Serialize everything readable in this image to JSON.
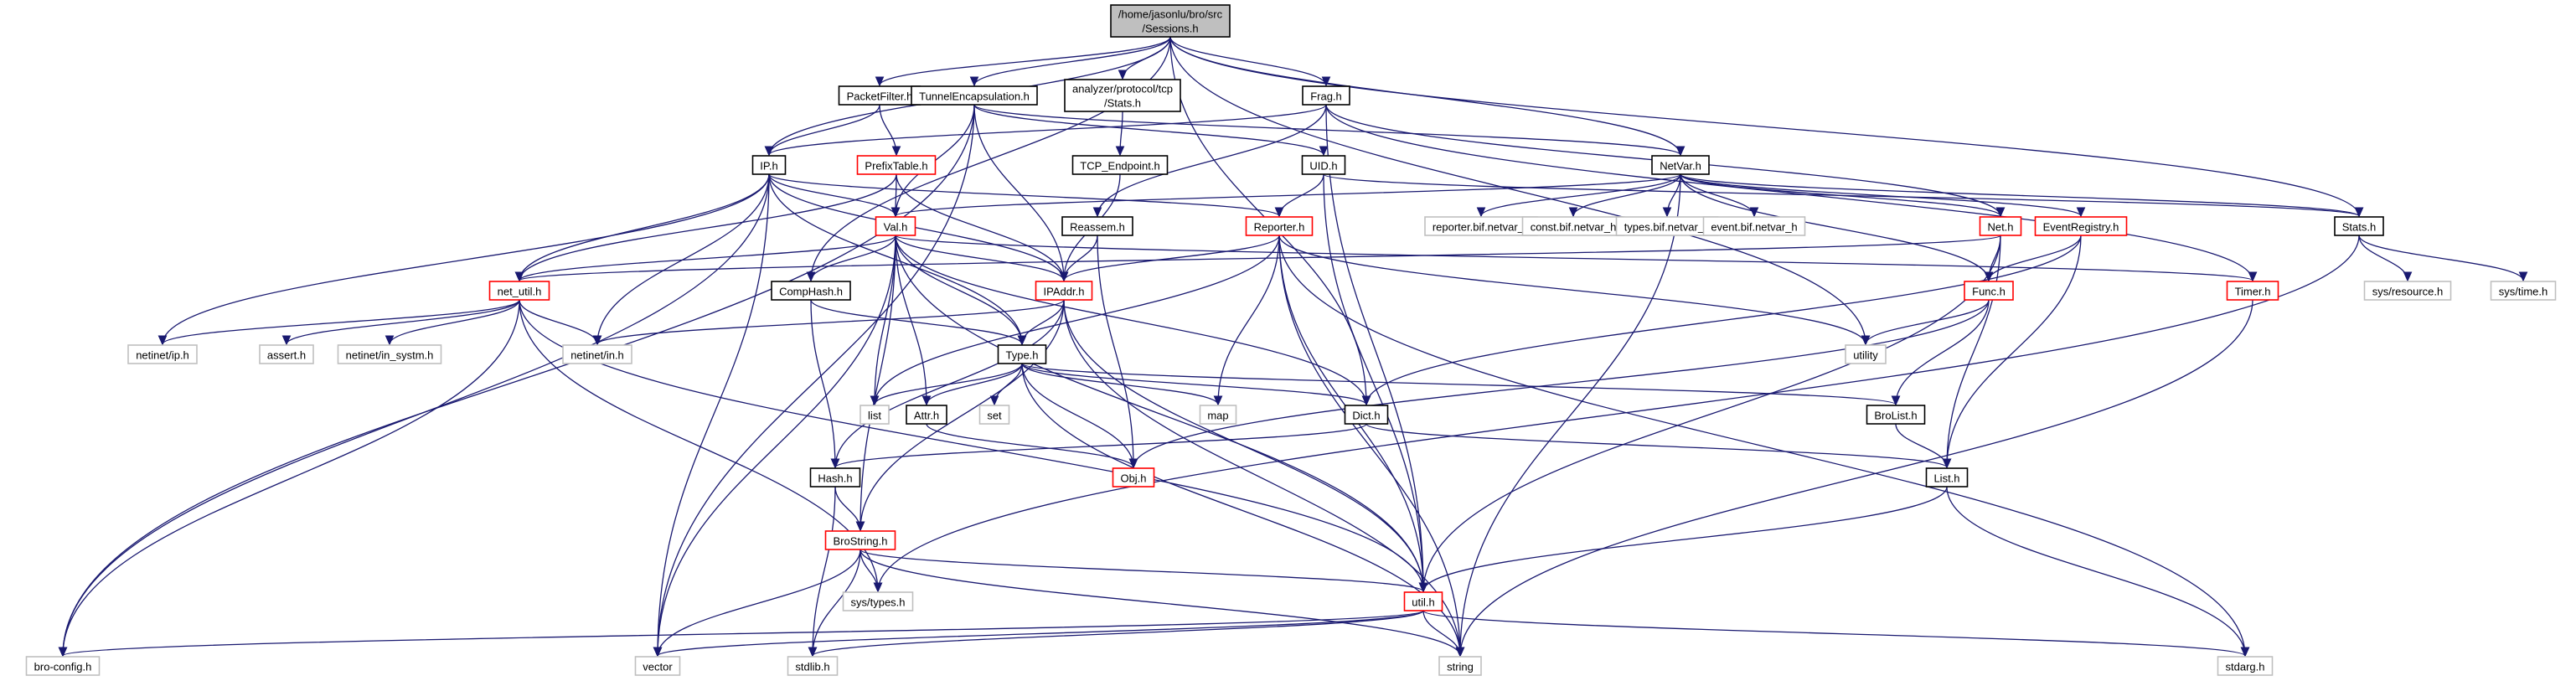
{
  "diagram": {
    "kind": "include-dependency-graph",
    "styles": {
      "root": {
        "fill": "#bfbfbf",
        "stroke": "#000000"
      },
      "normal": {
        "fill": "#ffffff",
        "stroke": "#000000"
      },
      "red": {
        "fill": "#ffffff",
        "stroke": "#ff0000"
      },
      "ext": {
        "fill": "#ffffff",
        "stroke": "#bfbfbf"
      },
      "edge_color": "#191970"
    },
    "nodes": [
      {
        "id": "sessions",
        "label": "/home/jasonlu/bro/src\n/Sessions.h",
        "style": "root"
      },
      {
        "id": "packetfilter",
        "label": "PacketFilter.h",
        "style": "normal"
      },
      {
        "id": "tunnel",
        "label": "TunnelEncapsulation.h",
        "style": "normal"
      },
      {
        "id": "tcpstats",
        "label": "analyzer/protocol/tcp\n/Stats.h",
        "style": "normal"
      },
      {
        "id": "frag",
        "label": "Frag.h",
        "style": "normal"
      },
      {
        "id": "prefixtable",
        "label": "PrefixTable.h",
        "style": "red"
      },
      {
        "id": "iph",
        "label": "IP.h",
        "style": "normal"
      },
      {
        "id": "tcpendpoint",
        "label": "TCP_Endpoint.h",
        "style": "normal"
      },
      {
        "id": "uid",
        "label": "UID.h",
        "style": "normal"
      },
      {
        "id": "netvar",
        "label": "NetVar.h",
        "style": "normal"
      },
      {
        "id": "val",
        "label": "Val.h",
        "style": "red"
      },
      {
        "id": "reassem",
        "label": "Reassem.h",
        "style": "normal"
      },
      {
        "id": "reporter",
        "label": "Reporter.h",
        "style": "red"
      },
      {
        "id": "reporterbif",
        "label": "reporter.bif.netvar_h",
        "style": "ext"
      },
      {
        "id": "constbif",
        "label": "const.bif.netvar_h",
        "style": "ext"
      },
      {
        "id": "typesbif",
        "label": "types.bif.netvar_h",
        "style": "ext"
      },
      {
        "id": "eventbif",
        "label": "event.bif.netvar_h",
        "style": "ext"
      },
      {
        "id": "net",
        "label": "Net.h",
        "style": "red"
      },
      {
        "id": "eventreg",
        "label": "EventRegistry.h",
        "style": "red"
      },
      {
        "id": "stats",
        "label": "Stats.h",
        "style": "normal"
      },
      {
        "id": "netutil",
        "label": "net_util.h",
        "style": "red"
      },
      {
        "id": "comphash",
        "label": "CompHash.h",
        "style": "normal"
      },
      {
        "id": "ipaddr",
        "label": "IPAddr.h",
        "style": "red"
      },
      {
        "id": "func",
        "label": "Func.h",
        "style": "red"
      },
      {
        "id": "timer",
        "label": "Timer.h",
        "style": "red"
      },
      {
        "id": "sysresource",
        "label": "sys/resource.h",
        "style": "ext"
      },
      {
        "id": "systime",
        "label": "sys/time.h",
        "style": "ext"
      },
      {
        "id": "netinetip",
        "label": "netinet/ip.h",
        "style": "ext"
      },
      {
        "id": "asserth",
        "label": "assert.h",
        "style": "ext"
      },
      {
        "id": "netinetsystm",
        "label": "netinet/in_systm.h",
        "style": "ext"
      },
      {
        "id": "netinetin",
        "label": "netinet/in.h",
        "style": "ext"
      },
      {
        "id": "typeh",
        "label": "Type.h",
        "style": "normal"
      },
      {
        "id": "utility",
        "label": "utility",
        "style": "ext"
      },
      {
        "id": "list",
        "label": "list",
        "style": "ext"
      },
      {
        "id": "attr",
        "label": "Attr.h",
        "style": "normal"
      },
      {
        "id": "set",
        "label": "set",
        "style": "ext"
      },
      {
        "id": "map",
        "label": "map",
        "style": "ext"
      },
      {
        "id": "dict",
        "label": "Dict.h",
        "style": "normal"
      },
      {
        "id": "brolist",
        "label": "BroList.h",
        "style": "normal"
      },
      {
        "id": "hash",
        "label": "Hash.h",
        "style": "normal"
      },
      {
        "id": "obj",
        "label": "Obj.h",
        "style": "red"
      },
      {
        "id": "listh",
        "label": "List.h",
        "style": "normal"
      },
      {
        "id": "brostring",
        "label": "BroString.h",
        "style": "red"
      },
      {
        "id": "systypes",
        "label": "sys/types.h",
        "style": "ext"
      },
      {
        "id": "util",
        "label": "util.h",
        "style": "red"
      },
      {
        "id": "broconfig",
        "label": "bro-config.h",
        "style": "ext"
      },
      {
        "id": "vector",
        "label": "vector",
        "style": "ext"
      },
      {
        "id": "stdlib",
        "label": "stdlib.h",
        "style": "ext"
      },
      {
        "id": "string",
        "label": "string",
        "style": "ext"
      },
      {
        "id": "stdarg",
        "label": "stdarg.h",
        "style": "ext"
      }
    ],
    "edges": [
      [
        "sessions",
        "packetfilter"
      ],
      [
        "sessions",
        "tunnel"
      ],
      [
        "sessions",
        "tcpstats"
      ],
      [
        "sessions",
        "frag"
      ],
      [
        "sessions",
        "iph"
      ],
      [
        "sessions",
        "netvar"
      ],
      [
        "sessions",
        "stats"
      ],
      [
        "sessions",
        "comphash"
      ],
      [
        "sessions",
        "dict"
      ],
      [
        "sessions",
        "utility"
      ],
      [
        "packetfilter",
        "iph"
      ],
      [
        "packetfilter",
        "prefixtable"
      ],
      [
        "tunnel",
        "netvar"
      ],
      [
        "tunnel",
        "uid"
      ],
      [
        "tunnel",
        "ipaddr"
      ],
      [
        "tunnel",
        "val"
      ],
      [
        "tunnel",
        "vector"
      ],
      [
        "tunnel",
        "broconfig"
      ],
      [
        "tcpstats",
        "tcpendpoint"
      ],
      [
        "tcpendpoint",
        "ipaddr"
      ],
      [
        "frag",
        "iph"
      ],
      [
        "frag",
        "reassem"
      ],
      [
        "frag",
        "net"
      ],
      [
        "frag",
        "timer"
      ],
      [
        "frag",
        "util"
      ],
      [
        "prefixtable",
        "val"
      ],
      [
        "prefixtable",
        "netutil"
      ],
      [
        "prefixtable",
        "ipaddr"
      ],
      [
        "iph",
        "val"
      ],
      [
        "iph",
        "netutil"
      ],
      [
        "iph",
        "ipaddr"
      ],
      [
        "iph",
        "reporter"
      ],
      [
        "iph",
        "typeh"
      ],
      [
        "iph",
        "broconfig"
      ],
      [
        "iph",
        "vector"
      ],
      [
        "iph",
        "netinetin"
      ],
      [
        "iph",
        "netinetip"
      ],
      [
        "uid",
        "reporter"
      ],
      [
        "uid",
        "util"
      ],
      [
        "uid",
        "stats"
      ],
      [
        "netvar",
        "val"
      ],
      [
        "netvar",
        "func"
      ],
      [
        "netvar",
        "net"
      ],
      [
        "netvar",
        "eventreg"
      ],
      [
        "netvar",
        "stats"
      ],
      [
        "netvar",
        "reporterbif"
      ],
      [
        "netvar",
        "constbif"
      ],
      [
        "netvar",
        "typesbif"
      ],
      [
        "netvar",
        "eventbif"
      ],
      [
        "netvar",
        "string"
      ],
      [
        "val",
        "netutil"
      ],
      [
        "val",
        "comphash"
      ],
      [
        "val",
        "ipaddr"
      ],
      [
        "val",
        "typeh"
      ],
      [
        "val",
        "dict"
      ],
      [
        "val",
        "attr"
      ],
      [
        "val",
        "list"
      ],
      [
        "val",
        "vector"
      ],
      [
        "val",
        "brostring"
      ],
      [
        "val",
        "timer"
      ],
      [
        "val",
        "util"
      ],
      [
        "reassem",
        "ipaddr"
      ],
      [
        "reassem",
        "obj"
      ],
      [
        "reporter",
        "ipaddr"
      ],
      [
        "reporter",
        "util"
      ],
      [
        "reporter",
        "list"
      ],
      [
        "reporter",
        "map"
      ],
      [
        "reporter",
        "utility"
      ],
      [
        "reporter",
        "string"
      ],
      [
        "reporter",
        "stdarg"
      ],
      [
        "net",
        "netutil"
      ],
      [
        "net",
        "func"
      ],
      [
        "net",
        "util"
      ],
      [
        "net",
        "listh"
      ],
      [
        "eventreg",
        "func"
      ],
      [
        "eventreg",
        "listh"
      ],
      [
        "eventreg",
        "dict"
      ],
      [
        "stats",
        "sysresource"
      ],
      [
        "stats",
        "systime"
      ],
      [
        "stats",
        "systypes"
      ],
      [
        "netutil",
        "netinetip"
      ],
      [
        "netutil",
        "asserth"
      ],
      [
        "netutil",
        "netinetsystm"
      ],
      [
        "netutil",
        "netinetin"
      ],
      [
        "netutil",
        "util"
      ],
      [
        "netutil",
        "broconfig"
      ],
      [
        "netutil",
        "systypes"
      ],
      [
        "comphash",
        "typeh"
      ],
      [
        "comphash",
        "hash"
      ],
      [
        "ipaddr",
        "netinetin"
      ],
      [
        "ipaddr",
        "typeh"
      ],
      [
        "ipaddr",
        "hash"
      ],
      [
        "ipaddr",
        "brostring"
      ],
      [
        "ipaddr",
        "util"
      ],
      [
        "ipaddr",
        "string"
      ],
      [
        "func",
        "utility"
      ],
      [
        "func",
        "brolist"
      ],
      [
        "func",
        "obj"
      ],
      [
        "timer",
        "string"
      ],
      [
        "typeh",
        "list"
      ],
      [
        "typeh",
        "attr"
      ],
      [
        "typeh",
        "set"
      ],
      [
        "typeh",
        "map"
      ],
      [
        "typeh",
        "dict"
      ],
      [
        "typeh",
        "brolist"
      ],
      [
        "typeh",
        "obj"
      ],
      [
        "typeh",
        "string"
      ],
      [
        "attr",
        "obj"
      ],
      [
        "dict",
        "hash"
      ],
      [
        "dict",
        "listh"
      ],
      [
        "brolist",
        "listh"
      ],
      [
        "hash",
        "brostring"
      ],
      [
        "hash",
        "stdlib"
      ],
      [
        "listh",
        "util"
      ],
      [
        "listh",
        "stdarg"
      ],
      [
        "brostring",
        "util"
      ],
      [
        "brostring",
        "systypes"
      ],
      [
        "brostring",
        "vector"
      ],
      [
        "brostring",
        "stdlib"
      ],
      [
        "brostring",
        "string"
      ],
      [
        "util",
        "broconfig"
      ],
      [
        "util",
        "vector"
      ],
      [
        "util",
        "stdlib"
      ],
      [
        "util",
        "string"
      ],
      [
        "util",
        "stdarg"
      ]
    ]
  }
}
